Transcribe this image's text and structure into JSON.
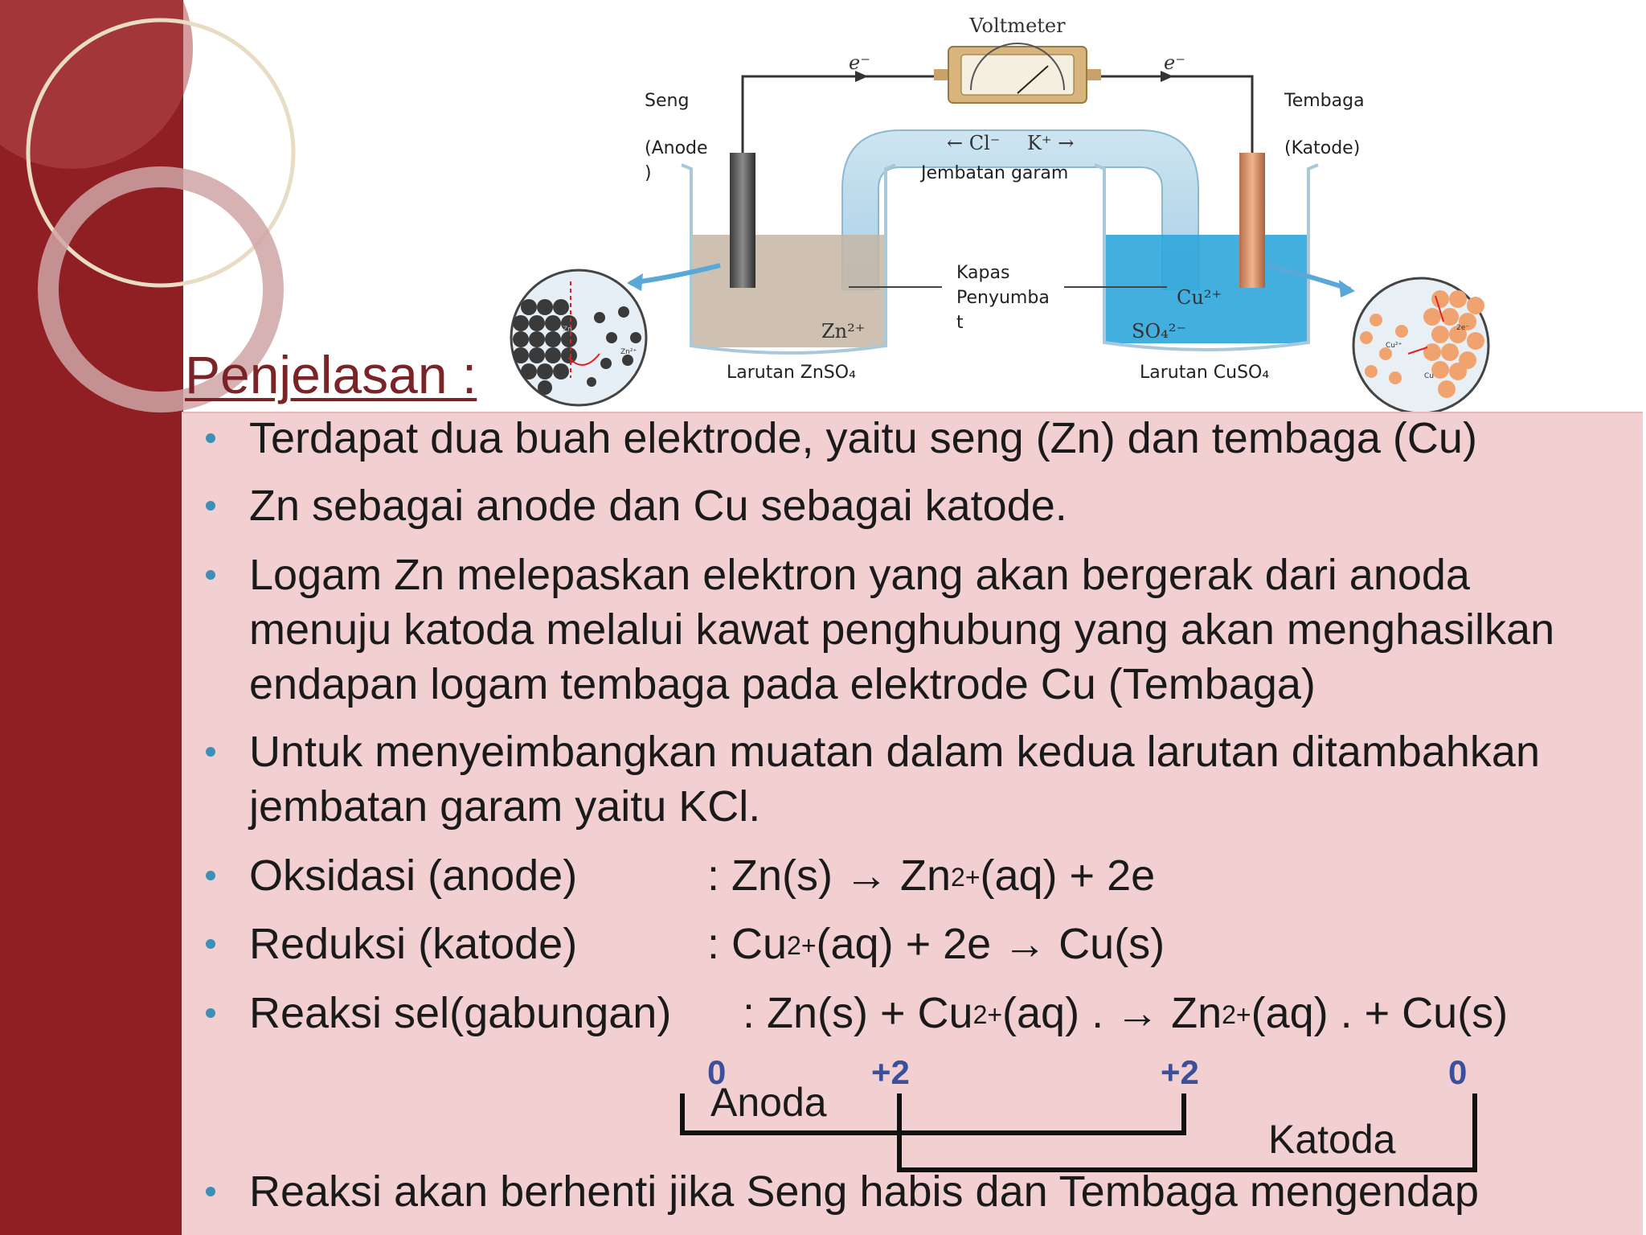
{
  "slide": {
    "heading": "Penjelasan :"
  },
  "diagram": {
    "voltmeter": "Voltmeter",
    "electron_left": "e⁻",
    "electron_right": "e⁻",
    "seng": "Seng",
    "anode_line1": "(Anode",
    "anode_line2": ")",
    "tembaga": "Tembaga",
    "katode": "(Katode)",
    "cl_ion": "← Cl⁻",
    "k_ion": "K⁺ →",
    "salt_bridge": "Jembatan garam",
    "kapas_line1": "Kapas",
    "kapas_line2": "Penyumba",
    "kapas_line3": "t",
    "zn_ion": "Zn²⁺",
    "cu_ion": "Cu²⁺",
    "so4_ion": "SO₄²⁻",
    "larutan_znso4": "Larutan ZnSO₄",
    "larutan_cuso4": "Larutan CuSO₄",
    "zoom_left_zn": "Zn",
    "zoom_left_zn2": "Zn²⁺",
    "zoom_right_cu2": "Cu²⁺",
    "zoom_right_2e": "2e⁻",
    "zoom_right_cu": "Cu"
  },
  "points": {
    "p1": "Terdapat dua buah elektrode, yaitu seng (Zn) dan tembaga (Cu)",
    "p2": "Zn sebagai anode dan Cu sebagai katode.",
    "p3_l1": "Logam Zn melepaskan elektron  yang akan bergerak dari  anoda",
    "p3_l2": "menuju katoda melalui kawat penghubung yang akan menghasilkan",
    "p3_l3": "endapan logam tembaga pada elektrode Cu (Tembaga)",
    "p4_l1": "Untuk menyeimbangkan muatan dalam kedua larutan ditambahkan",
    "p4_l2": "jembatan garam yaitu KCl.",
    "p8": "Reaksi akan berhenti jika Seng habis dan Tembaga mengendap"
  },
  "reactions": {
    "ox_label": "Oksidasi (anode)",
    "ox_eq_a": ": Zn(s) → Zn",
    "ox_sup": "2+",
    "ox_eq_b": "(aq)   + 2e",
    "red_label": "Reduksi (katode)",
    "red_eq_a": ": Cu",
    "red_sup": "2+",
    "red_eq_b": "(aq)   + 2e   →  Cu(s)",
    "cell_label": "Reaksi sel(gabungan)",
    "cell_eq_a": ": Zn(s)  + Cu",
    "cell_sup1": "2+",
    "cell_eq_b": "(aq)   . → Zn",
    "cell_sup2": "2+",
    "cell_eq_c": "(aq)   . + Cu(s)"
  },
  "oxidation_states": {
    "zn_s": "0",
    "cu_aq": "+2",
    "zn_aq": "+2",
    "cu_s": "0",
    "anoda": "Anoda",
    "katoda": "Katoda"
  }
}
